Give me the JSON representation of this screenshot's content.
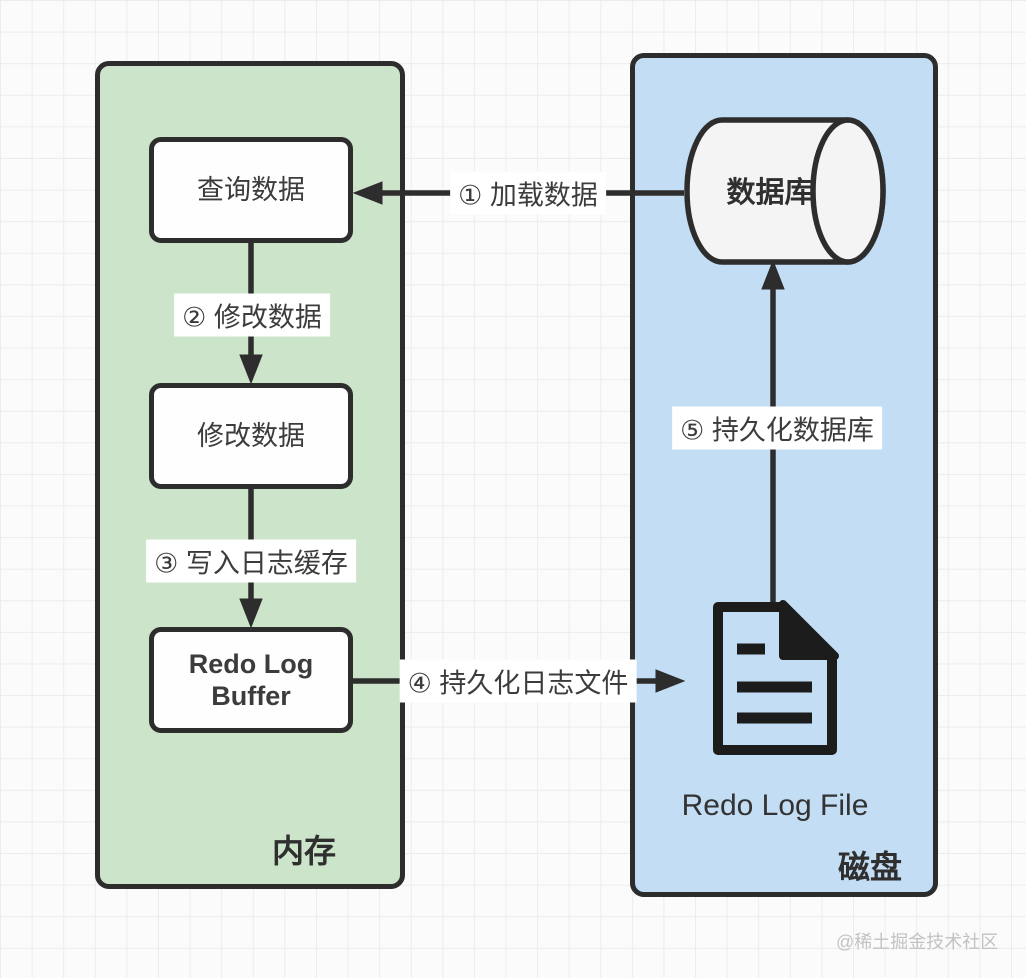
{
  "panels": {
    "memory": {
      "label": "内存"
    },
    "disk": {
      "label": "磁盘"
    }
  },
  "nodes": {
    "query_box": {
      "label": "查询数据"
    },
    "modify_box": {
      "label": "修改数据"
    },
    "redo_buffer_box": {
      "label": "Redo Log Buffer"
    },
    "database": {
      "label": "数据库"
    },
    "redo_file": {
      "label": "Redo Log File"
    }
  },
  "arrows": {
    "load": {
      "label": "① 加载数据"
    },
    "modify": {
      "label": "② 修改数据"
    },
    "write_log": {
      "label": "③ 写入日志缓存"
    },
    "persist_log": {
      "label": "④ 持久化日志文件"
    },
    "persist_db": {
      "label": "⑤ 持久化数据库"
    }
  },
  "watermark": {
    "label": "@稀土掘金技术社区"
  },
  "colors": {
    "memory_panel_fill": "#cce4c9",
    "disk_panel_fill": "#c3ddf4",
    "stroke": "#2d2d2d",
    "node_fill": "#fefefe",
    "cylinder_fill": "#f4f4f4",
    "background": "#fbfbfb",
    "grid_line": "#ececec",
    "watermark": "#c2c2c2"
  }
}
